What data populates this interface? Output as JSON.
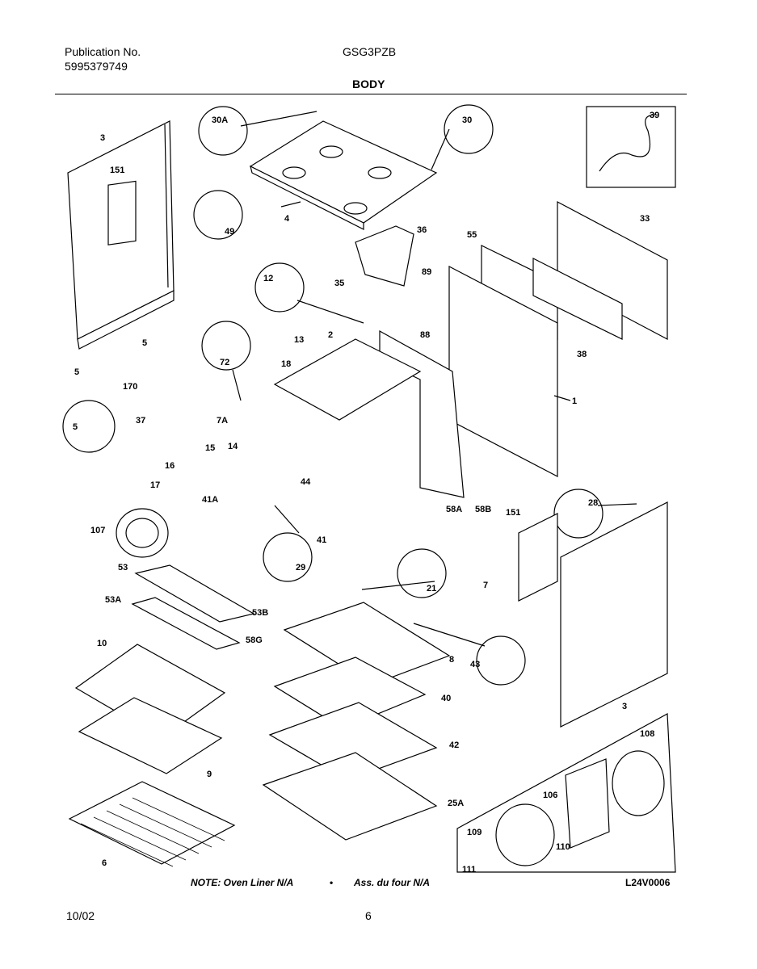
{
  "header": {
    "publication_label": "Publication No.",
    "publication_number": "5995379749",
    "model": "GSG3PZB",
    "section": "BODY"
  },
  "footer": {
    "note_en": "NOTE: Oven Liner N/A",
    "separator": "•",
    "note_fr": "Ass. du four N/A",
    "ref_code": "L24V0006",
    "date": "10/02",
    "page": "6"
  },
  "parts": {
    "p3_top": "3",
    "p151_top": "151",
    "p30A": "30A",
    "p30": "30",
    "p39": "39",
    "p49": "49",
    "p4": "4",
    "p36": "36",
    "p55": "55",
    "p33": "33",
    "p12": "12",
    "p35": "35",
    "p89": "89",
    "p88": "88",
    "p38": "38",
    "p5a": "5",
    "p72": "72",
    "p13": "13",
    "p2": "2",
    "p18": "18",
    "p5b": "5",
    "p170": "170",
    "p1": "1",
    "p5c": "5",
    "p37": "37",
    "p7A": "7A",
    "p15": "15",
    "p14": "14",
    "p16": "16",
    "p17": "17",
    "p44": "44",
    "p41A": "41A",
    "p58A": "58A",
    "p58B": "58B",
    "p107": "107",
    "p28": "28",
    "p151_r": "151",
    "p29": "29",
    "p41": "41",
    "p21": "21",
    "p7": "7",
    "p53": "53",
    "p53A": "53A",
    "p53B": "53B",
    "p58G": "58G",
    "p10": "10",
    "p8": "8",
    "p43": "43",
    "p40": "40",
    "p3_r": "3",
    "p9": "9",
    "p42": "42",
    "p108": "108",
    "p25A": "25A",
    "p106": "106",
    "p109": "109",
    "p110": "110",
    "p6": "6",
    "p111": "111"
  }
}
